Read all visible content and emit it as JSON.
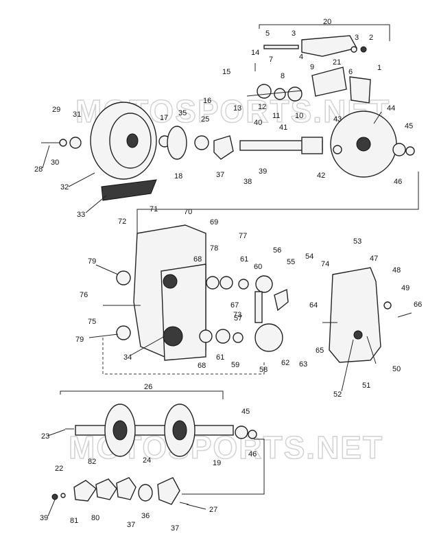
{
  "watermark": "MOTOSPORTS.NET",
  "labels": {
    "l1": "1",
    "l2": "2",
    "l3a": "3",
    "l3b": "3",
    "l4": "4",
    "l5": "5",
    "l6": "6",
    "l7": "7",
    "l8": "8",
    "l9": "9",
    "l10": "10",
    "l11": "11",
    "l12": "12",
    "l13": "13",
    "l14": "14",
    "l15": "15",
    "l16": "16",
    "l17": "17",
    "l18": "18",
    "l19": "19",
    "l20": "20",
    "l21": "21",
    "l22": "22",
    "l23": "23",
    "l24": "24",
    "l25": "25",
    "l26": "26",
    "l27": "27",
    "l28": "28",
    "l29": "29",
    "l30": "30",
    "l31": "31",
    "l32": "32",
    "l33": "33",
    "l34": "34",
    "l35": "35",
    "l36": "36",
    "l37a": "37",
    "l37b": "37",
    "l37c": "37",
    "l38": "38",
    "l39a": "39",
    "l39b": "39",
    "l40": "40",
    "l41": "41",
    "l42": "42",
    "l43": "43",
    "l44": "44",
    "l45a": "45",
    "l45b": "45",
    "l46a": "46",
    "l46b": "46",
    "l47": "47",
    "l48": "48",
    "l49": "49",
    "l50": "50",
    "l51": "51",
    "l52": "52",
    "l53": "53",
    "l54": "54",
    "l55": "55",
    "l56": "56",
    "l57": "57",
    "l58": "58",
    "l59": "59",
    "l60": "60",
    "l61a": "61",
    "l61b": "61",
    "l62": "62",
    "l63": "63",
    "l64": "64",
    "l65": "65",
    "l66": "66",
    "l67": "67",
    "l68a": "68",
    "l68b": "68",
    "l69": "69",
    "l70": "70",
    "l71": "71",
    "l72": "72",
    "l73": "73",
    "l74": "74",
    "l75": "75",
    "l76": "76",
    "l77": "77",
    "l78": "78",
    "l79a": "79",
    "l79b": "79",
    "l80": "80",
    "l81": "81",
    "l82": "82"
  }
}
